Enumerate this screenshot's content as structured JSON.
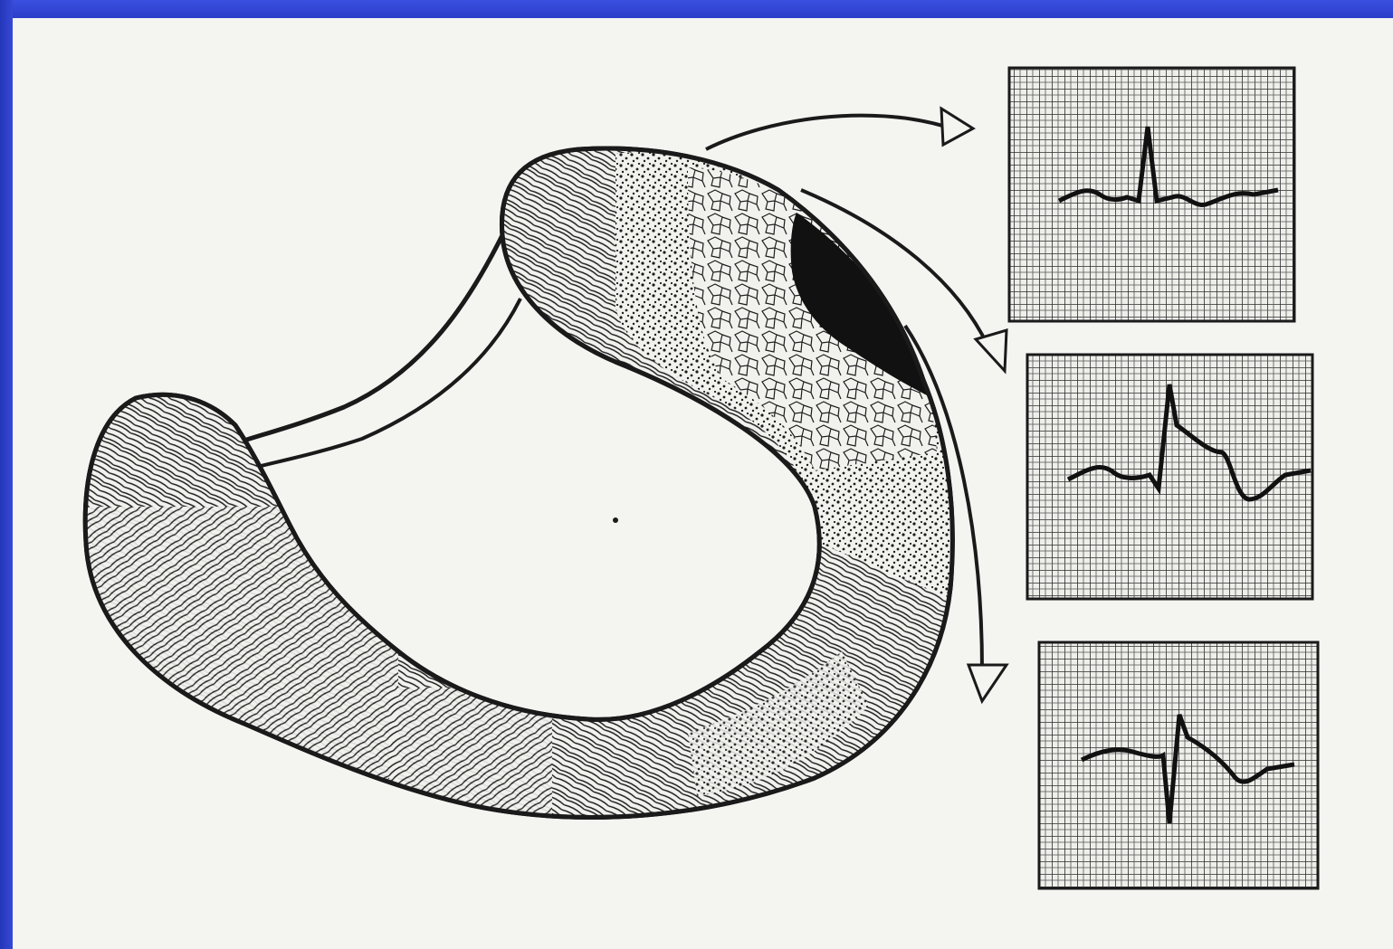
{
  "slide": {
    "frame_color": "#2b3ec9",
    "paper_color": "#f4f4f1",
    "ink_color": "#1a1a1a"
  },
  "illustration": {
    "subject": "heart-ventricle-cross-section",
    "zones": [
      "muscle-fibers",
      "ischemia-zone",
      "injury-zone",
      "necrosis-zone"
    ],
    "arrows": 3,
    "ecg_panels": [
      {
        "id": "ecg-ischemia",
        "pattern": "inverted-t"
      },
      {
        "id": "ecg-injury",
        "pattern": "st-elevation"
      },
      {
        "id": "ecg-necrosis",
        "pattern": "deep-q"
      }
    ]
  }
}
